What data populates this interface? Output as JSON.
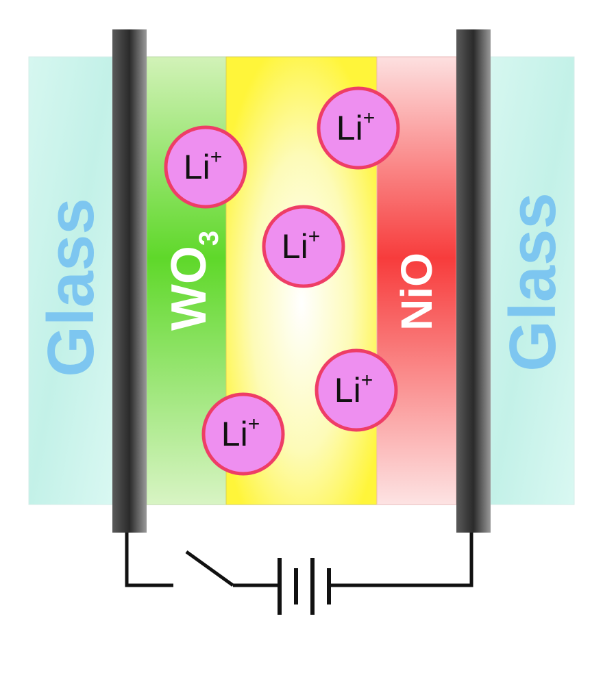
{
  "diagram": {
    "glass_left_label": "Glass",
    "glass_right_label": "Glass",
    "wo3_label": "WO",
    "wo3_subscript": "3",
    "nio_label": "NiO",
    "ions": [
      {
        "symbol": "Li",
        "charge": "+"
      },
      {
        "symbol": "Li",
        "charge": "+"
      },
      {
        "symbol": "Li",
        "charge": "+"
      },
      {
        "symbol": "Li",
        "charge": "+"
      },
      {
        "symbol": "Li",
        "charge": "+"
      }
    ],
    "colors": {
      "glass": "#c9f3ec",
      "glass_label": "#7dc6f0",
      "wo3": "#5fd82a",
      "electrolyte": "#fffa4a",
      "nio": "#f74444",
      "electrode": "#3a3a3a",
      "ion_fill": "#ee8ff0",
      "ion_border": "#ee3d66",
      "wire": "#111111"
    }
  }
}
